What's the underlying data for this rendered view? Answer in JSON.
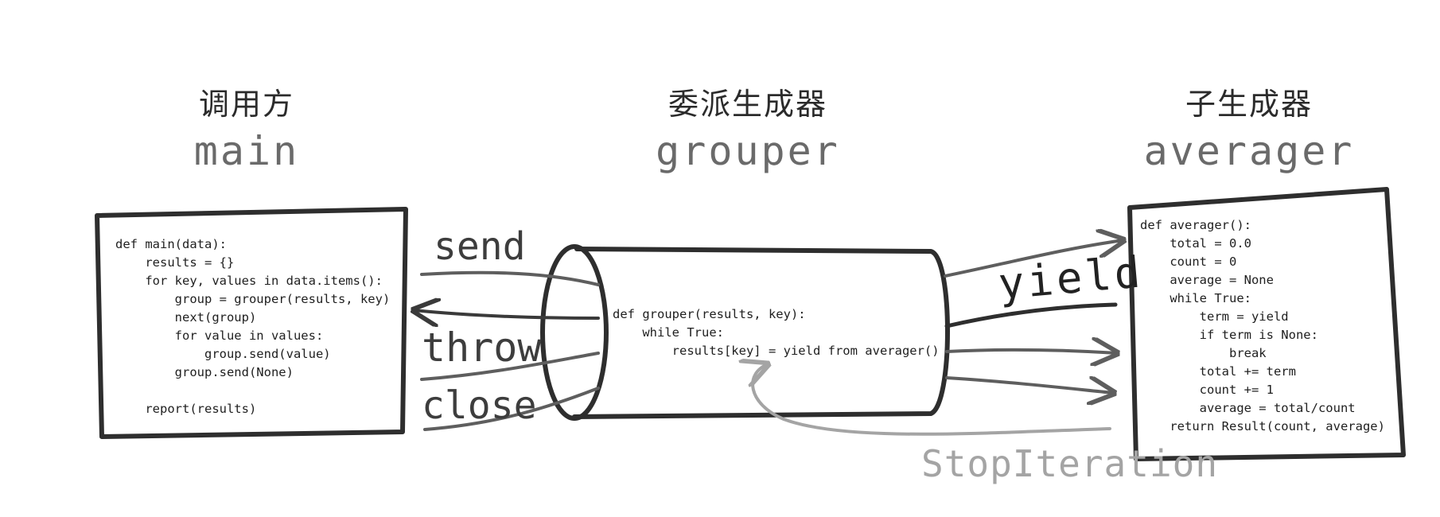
{
  "columns": {
    "main": {
      "title_cn": "调用方",
      "title_en": "main"
    },
    "grouper": {
      "title_cn": "委派生成器",
      "title_en": "grouper"
    },
    "averager": {
      "title_cn": "子生成器",
      "title_en": "averager"
    }
  },
  "code": {
    "main": "def main(data):\n    results = {}\n    for key, values in data.items():\n        group = grouper(results, key)\n        next(group)\n        for value in values:\n            group.send(value)\n        group.send(None)\n\n    report(results)",
    "grouper": "def grouper(results, key):\n    while True:\n        results[key] = yield from averager()",
    "averager": "def averager():\n    total = 0.0\n    count = 0\n    average = None\n    while True:\n        term = yield\n        if term is None:\n            break\n        total += term\n        count += 1\n        average = total/count\n    return Result(count, average)"
  },
  "labels": {
    "send": "send",
    "throw": "throw",
    "close": "close",
    "yield": "yield",
    "stop_iteration": "StopIteration"
  },
  "colors": {
    "ink": "#2e2e2e",
    "arrow_dark": "#3a3a3a",
    "arrow_mid": "#5e5e5e",
    "stop_iteration": "#a4a4a4"
  }
}
